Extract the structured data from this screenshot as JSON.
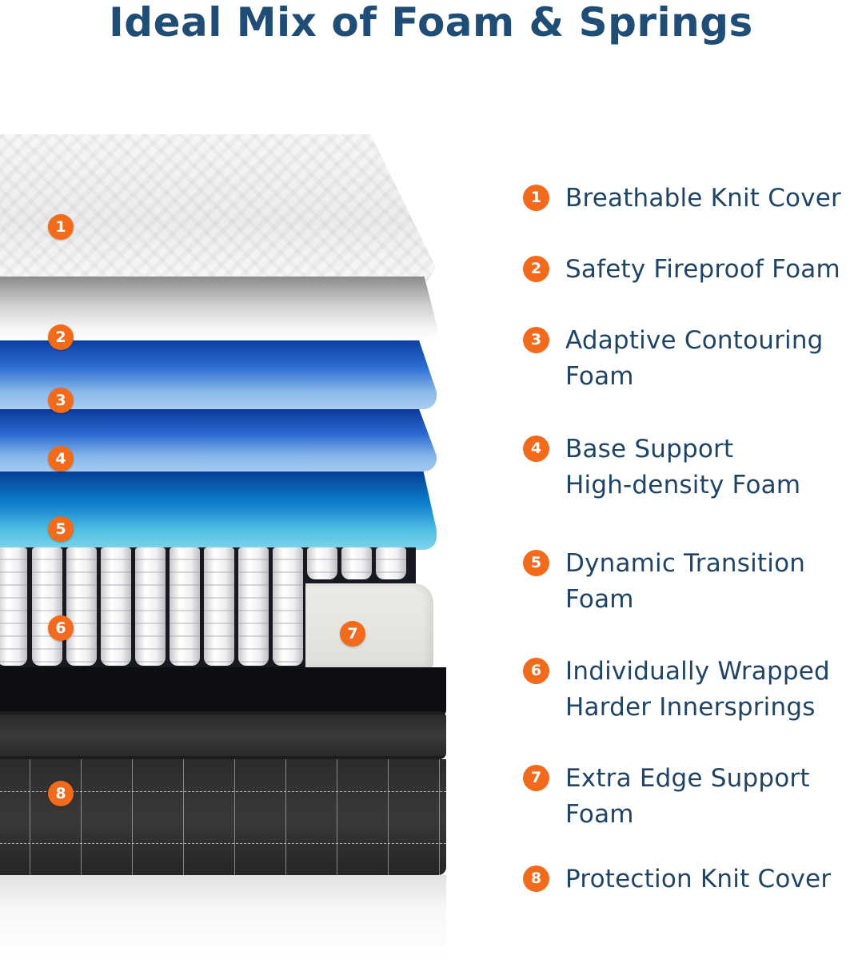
{
  "title": "Ideal Mix of Foam & Springs",
  "colors": {
    "title": "#1f4d75",
    "badge": "#f26a1b",
    "legend_text": "#1f4466"
  },
  "layers": [
    {
      "number": "1",
      "label": "Breathable Knit Cover"
    },
    {
      "number": "2",
      "label": "Safety Fireproof Foam"
    },
    {
      "number": "3",
      "label": "Adaptive Contouring\nFoam"
    },
    {
      "number": "4",
      "label": "Base Support\nHigh-density Foam"
    },
    {
      "number": "5",
      "label": "Dynamic Transition\nFoam"
    },
    {
      "number": "6",
      "label": "Individually Wrapped\nHarder Innersprings"
    },
    {
      "number": "7",
      "label": "Extra Edge Support\nFoam"
    },
    {
      "number": "8",
      "label": "Protection Knit Cover"
    }
  ]
}
